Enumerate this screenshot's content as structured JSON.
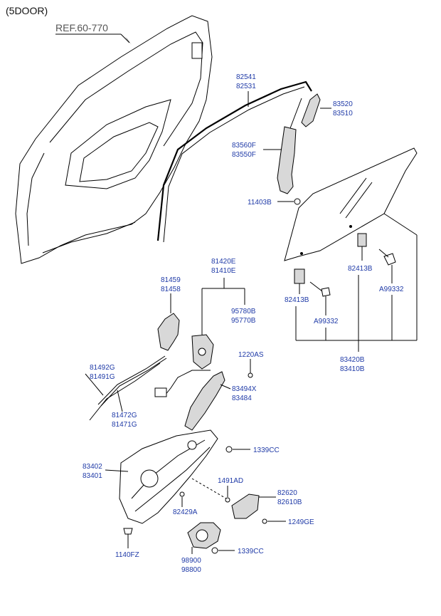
{
  "header": {
    "title": "(5DOOR)"
  },
  "ref": {
    "label": "REF.60-770"
  },
  "labels": {
    "glass_channel": [
      "82541",
      "82531"
    ],
    "outer_strip": [
      "83520",
      "83510"
    ],
    "run_channel": [
      "83560F",
      "83550F"
    ],
    "screw_11403b": [
      "11403B"
    ],
    "glass_clip_upper": [
      "82413B"
    ],
    "glass_clip_lower": [
      "82413B"
    ],
    "bolt_a99332_right": [
      "A99332"
    ],
    "bolt_a99332_left": [
      "A99332"
    ],
    "glass_assy": [
      "83420B",
      "83410B"
    ],
    "latch_assy": [
      "81420E",
      "81410E"
    ],
    "latch_cover": [
      "81459",
      "81458"
    ],
    "actuator": [
      "95780B",
      "95770B"
    ],
    "screw_1220as": [
      "1220AS"
    ],
    "rod_upper": [
      "81492G",
      "81491G"
    ],
    "rod_lower": [
      "81472G",
      "81471G"
    ],
    "checker": [
      "83494X",
      "83484"
    ],
    "regulator": [
      "83402",
      "83401"
    ],
    "nut_1339cc_upper": [
      "1339CC"
    ],
    "bolt_1491ad": [
      "1491AD"
    ],
    "handle": [
      "82620",
      "82610B"
    ],
    "bolt_82429a": [
      "82429A"
    ],
    "screw_1249ge": [
      "1249GE"
    ],
    "bolt_1140fz": [
      "1140FZ"
    ],
    "motor": [
      "98900",
      "98800"
    ],
    "nut_1339cc_lower": [
      "1339CC"
    ]
  }
}
